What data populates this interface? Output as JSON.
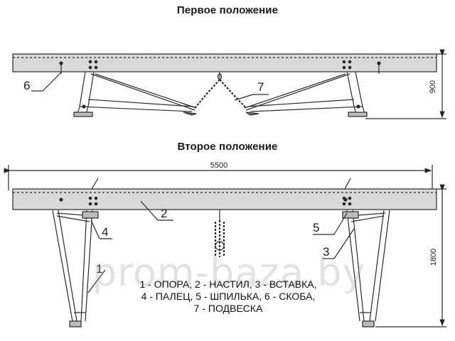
{
  "titles": {
    "first": "Первое положение",
    "second": "Второе положение"
  },
  "dimensions": {
    "length": "5500",
    "height_first": "900",
    "height_second": "1800"
  },
  "callouts": {
    "c1": "1",
    "c2": "2",
    "c3": "3",
    "c4": "4",
    "c5": "5",
    "c6": "6",
    "c7": "7"
  },
  "legend": {
    "line1": "1 - ОПОРА, 2 - НАСТИЛ, 3 - ВСТАВКА,",
    "line2": "4 - ПАЛЕЦ, 5 - ШПИЛЬКА, 6 - СКОБА,",
    "line3": "7 - ПОДВЕСКА"
  },
  "watermark": "prom-baza.by",
  "colors": {
    "line": "#2a2a2a",
    "deck_fill": "#d9d9d9",
    "watermark": "#969696"
  }
}
